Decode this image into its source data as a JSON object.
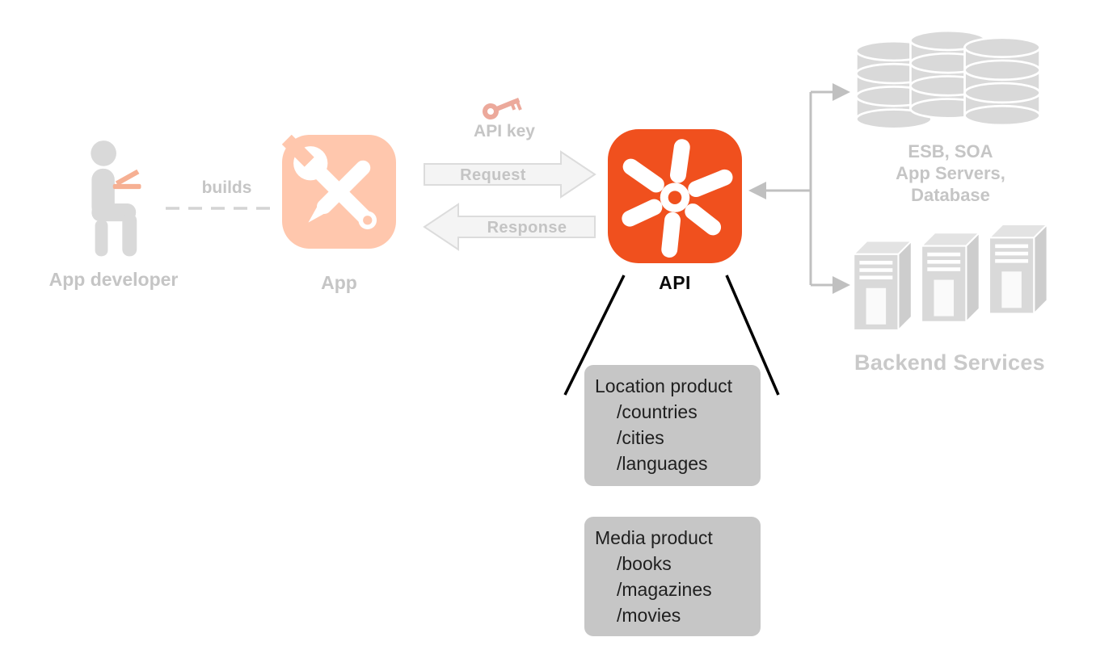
{
  "diagram": {
    "developer": {
      "label": "App developer"
    },
    "builds_label": "builds",
    "app": {
      "label": "App"
    },
    "api_key": {
      "label": "API key"
    },
    "arrows": {
      "request": "Request",
      "response": "Response"
    },
    "api": {
      "label": "API"
    },
    "backend": {
      "top_lines": [
        "ESB, SOA",
        "App Servers,",
        "Database"
      ],
      "label": "Backend Services"
    },
    "products": [
      {
        "title": "Location product",
        "paths": [
          "/countries",
          "/cities",
          "/languages"
        ]
      },
      {
        "title": "Media product",
        "paths": [
          "/books",
          "/magazines",
          "/movies"
        ]
      }
    ]
  },
  "colors": {
    "api_orange": "#F0501E",
    "app_peach": "#FFC7AD",
    "key_pink": "#ECA99B",
    "laptop_peach": "#F6B093",
    "icon_gray": "#D9D9D9",
    "label_gray": "#C5C5C5",
    "arrow_fill": "#F4F4F4",
    "arrow_stroke": "#DCDCDC",
    "arrow_text": "#C4C4C4",
    "box_gray": "#C6C6C6",
    "box_text": "#1F1F1F",
    "connector_gray": "#C0C0C0",
    "line_black": "#000000"
  }
}
